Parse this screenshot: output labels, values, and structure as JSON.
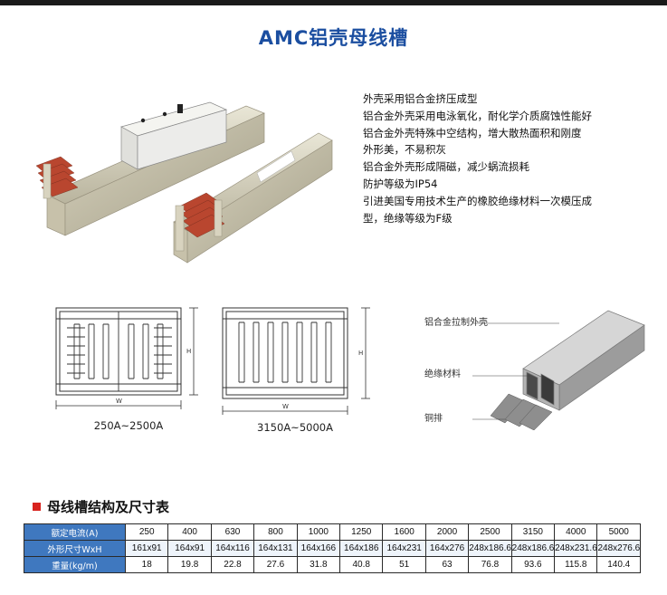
{
  "title": "AMC铝壳母线槽",
  "features": [
    "外壳采用铝合金挤压成型",
    "铝合金外壳采用电泳氧化，耐化学介质腐蚀性能好",
    "铝合金外壳特殊中空结构，增大散热面积和刚度",
    "外形美，不易积灰",
    "铝合金外壳形成隔磁，减少蜗流损耗",
    "防护等级为IP54",
    "引进美国专用技术生产的橡胶绝缘材料一次模压成",
    "型，绝缘等级为F级"
  ],
  "drawings": {
    "small": {
      "caption": "250A~2500A",
      "w": "W",
      "h": "H"
    },
    "large": {
      "caption": "3150A~5000A",
      "w": "W",
      "h": "H"
    }
  },
  "cutaway_labels": [
    "铝合金拉制外壳",
    "绝缘材料",
    "铜排"
  ],
  "table_heading": "母线槽结构及尺寸表",
  "table": {
    "rows": [
      {
        "label": "额定电流(A)",
        "values": [
          "250",
          "400",
          "630",
          "800",
          "1000",
          "1250",
          "1600",
          "2000",
          "2500",
          "3150",
          "4000",
          "5000"
        ]
      },
      {
        "label": "外形尺寸WxH",
        "values": [
          "161x91",
          "164x91",
          "164x116",
          "164x131",
          "164x166",
          "164x186",
          "164x231",
          "164x276",
          "248x186.6",
          "248x186.6",
          "248x231.6",
          "248x276.6"
        ]
      },
      {
        "label": "重量(kg/m)",
        "values": [
          "18",
          "19.8",
          "22.8",
          "27.6",
          "31.8",
          "40.8",
          "51",
          "63",
          "76.8",
          "93.6",
          "115.8",
          "140.4"
        ]
      }
    ]
  },
  "colors": {
    "title": "#1b4ea0",
    "header_cell": "#3f78bf",
    "accent_square": "#d8231e"
  }
}
